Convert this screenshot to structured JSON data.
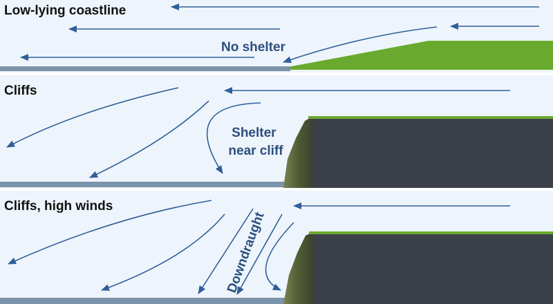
{
  "panels": {
    "low_lying": {
      "title": "Low-lying coastline",
      "label": "No shelter"
    },
    "cliffs": {
      "title": "Cliffs",
      "label_line1": "Shelter",
      "label_line2": "near cliff"
    },
    "high_winds": {
      "title": "Cliffs, high winds",
      "label": "Downdraught"
    }
  },
  "colors": {
    "background": "#eef4fb",
    "water": "#7b93ab",
    "arrow": "#2f5f99",
    "label_text": "#2c4f7f",
    "title_text": "#111111",
    "grass": "#69aa2e",
    "cliff_face": "#3c4149",
    "cliff_rock": "#56603a"
  },
  "icons": [
    "wind-arrow",
    "cliff",
    "grass-slope"
  ]
}
